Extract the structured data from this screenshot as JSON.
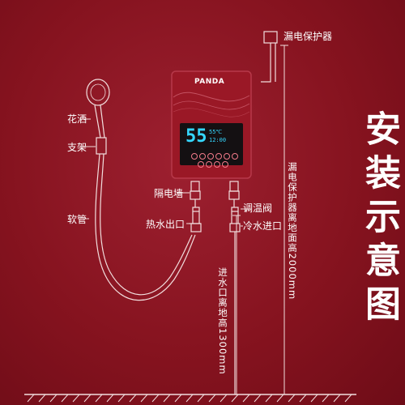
{
  "title": "安装示意图",
  "brand": "PANDA",
  "labels": {
    "leakage_protector": "漏电保护器",
    "shower_head": "花洒",
    "bracket": "支架",
    "hose": "软管",
    "isolation_wall": "隔电墙",
    "temp_valve": "调温阀",
    "hot_outlet": "热水出口",
    "cold_inlet": "冷水进口",
    "inlet_height": "进水口离地高1300mm",
    "protector_height": "漏电保护器离地面高2000mm"
  },
  "display": {
    "temp": "55",
    "small1": "55℃",
    "small2": "12:00"
  },
  "colors": {
    "background": "#86131f",
    "heater_body": "#9a1826",
    "line": "#f2dede",
    "display_digits": "#35d7ff"
  }
}
